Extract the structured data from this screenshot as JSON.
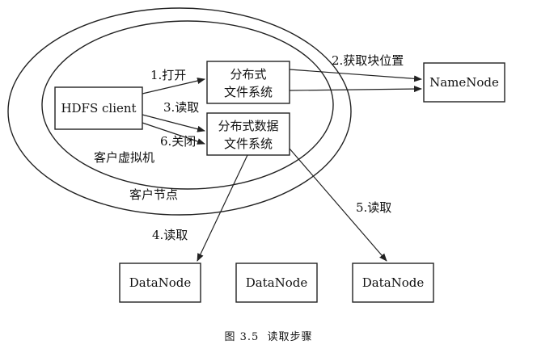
{
  "diagram": {
    "client": "HDFS client",
    "dfs": [
      "分布式",
      "文件系统"
    ],
    "fsdata": [
      "分布式数据",
      "文件系统"
    ],
    "namenode": "NameNode",
    "datanodes": [
      "DataNode",
      "DataNode",
      "DataNode"
    ],
    "jvm": "客户虚拟机",
    "clientnode": "客户节点",
    "steps": {
      "open": "1.打开",
      "getBlocks": "2.获取块位置",
      "read": "3.读取",
      "readDN1": "4.读取",
      "readDN3": "5.读取",
      "close": "6.关闭"
    }
  },
  "caption": "图 3.5  读取步骤"
}
